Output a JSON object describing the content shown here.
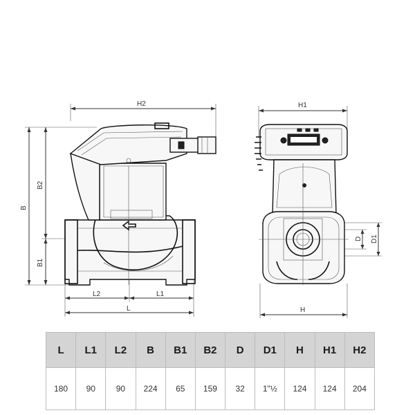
{
  "dimension_labels": {
    "h2": "H2",
    "b2": "B2",
    "b": "B",
    "b1": "B1",
    "l2": "L2",
    "l1": "L1",
    "l": "L",
    "h1": "H1",
    "d": "D",
    "d1": "D1",
    "h": "H"
  },
  "table": {
    "headers": [
      "L",
      "L1",
      "L2",
      "B",
      "B1",
      "B2",
      "D",
      "D1",
      "H",
      "H1",
      "H2"
    ],
    "values": [
      "180",
      "90",
      "90",
      "224",
      "65",
      "159",
      "32",
      "1\"½",
      "124",
      "124",
      "204"
    ]
  }
}
